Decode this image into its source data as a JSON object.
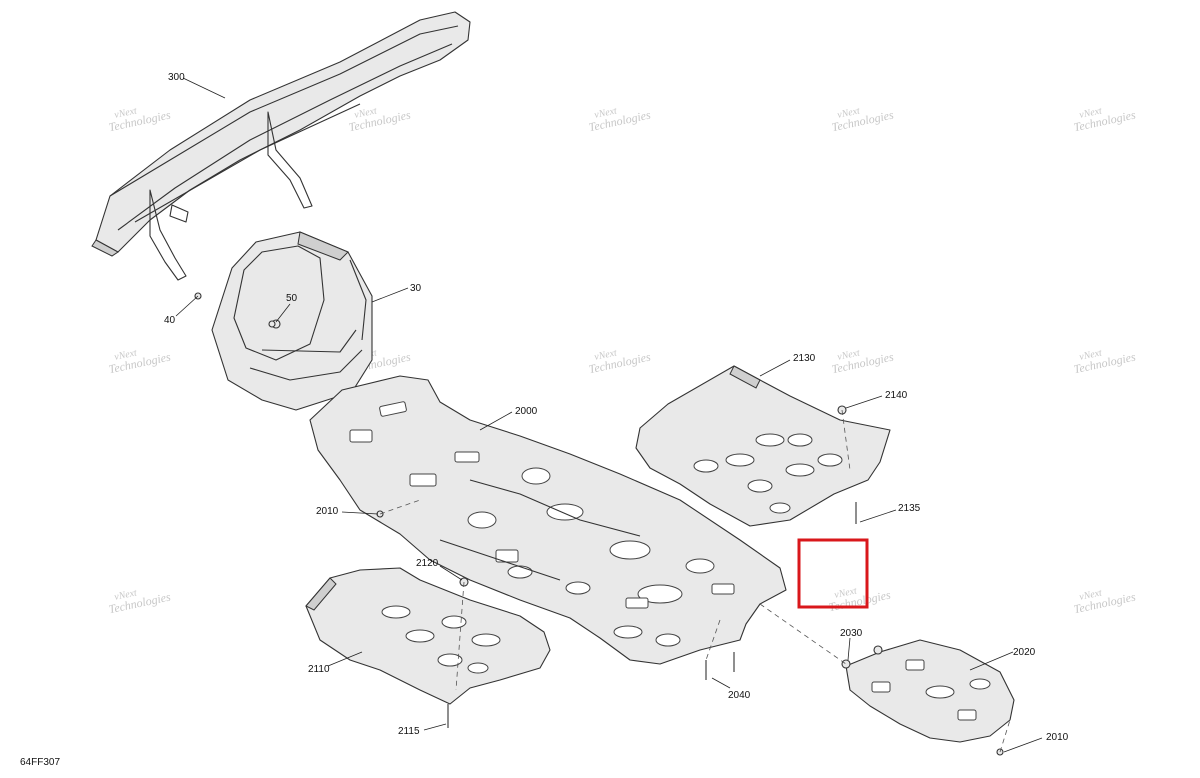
{
  "figure_id": "64FF307",
  "watermark": {
    "line1": "vNext",
    "line2": "Technologies"
  },
  "callouts": {
    "p300": "300",
    "p30": "30",
    "p40": "40",
    "p50": "50",
    "p2000": "2000",
    "p2010a": "2010",
    "p2010b": "2010",
    "p2020": "2020",
    "p2030": "2030",
    "p2040": "2040",
    "p2110": "2110",
    "p2115": "2115",
    "p2120": "2120",
    "p2130": "2130",
    "p2135": "2135",
    "p2140": "2140"
  },
  "highlight_color": "#d9171b"
}
